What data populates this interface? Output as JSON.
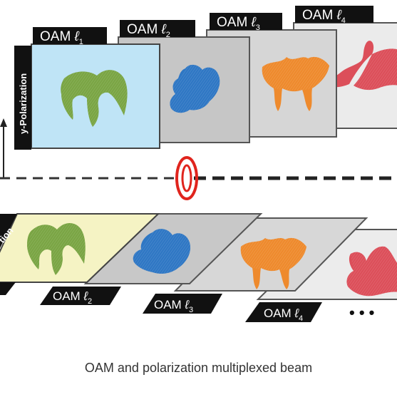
{
  "caption": "OAM and polarization multiplexed beam",
  "top_row": {
    "side_label": "y-Polarization",
    "frames": [
      {
        "oam": "OAM ",
        "index": "1",
        "color": "#7aa544",
        "background": "#bfe4f6"
      },
      {
        "oam": "OAM ",
        "index": "2",
        "color": "#2f77c4",
        "background": "#c6c6c6"
      },
      {
        "oam": "OAM ",
        "index": "3",
        "color": "#ee8a2d",
        "background": "#d6d6d6"
      },
      {
        "oam": "OAM ",
        "index": "4",
        "color": "#dc4f5a",
        "background": "#ebebeb"
      }
    ]
  },
  "bottom_row": {
    "side_label": "tion",
    "frames": [
      {
        "oam": "",
        "index": "",
        "color": "#7aa544",
        "background": "#f5f3c4"
      },
      {
        "oam": "OAM ",
        "index": "2",
        "color": "#2f77c4",
        "background": "#c8c8c8"
      },
      {
        "oam": "OAM ",
        "index": "3",
        "color": "#ee8a2d",
        "background": "#d7d7d7"
      },
      {
        "oam": "OAM ",
        "index": "4",
        "color": "#dc4f5a",
        "background": "#ececec"
      }
    ],
    "ellipsis": "• • •"
  }
}
